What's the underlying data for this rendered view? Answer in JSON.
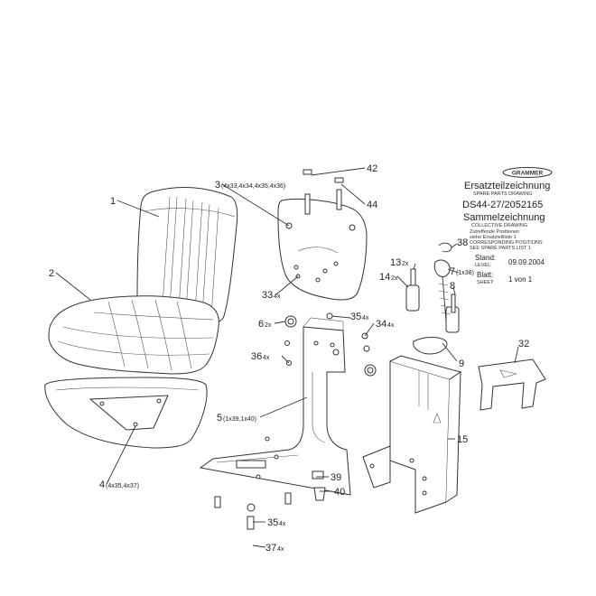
{
  "title_block": {
    "logo": "GRAMMER",
    "doc_type": "Ersatzteilzeichnung",
    "doc_type_en": "SPARE PARTS DRAWING",
    "part_number": "DS44-27/2052165",
    "collective": "Sammelzeichnung",
    "collective_en": "COLLECTIVE DRAWING",
    "note1": "Zutreffende Positionen",
    "note2": "siehe Ersatzteilliste 1",
    "note3": "CORRESPONDING POSITIONS",
    "note4": "SEE SPARE PARTS LIST 1",
    "stand_label": "Stand:",
    "stand_label_en": "LEVEL:",
    "stand_value": "09.09.2004",
    "sheet_label": "Blatt:",
    "sheet_label_en": "SHEET:",
    "sheet_value": "1 von 1"
  },
  "callouts": {
    "c1": "1",
    "c2": "2",
    "c3": "3",
    "c3_sub": "(4x33,4x34,4x35,4x36)",
    "c4": "4",
    "c4_sub": "(4x35,4x37)",
    "c5": "5",
    "c5_sub": "(1x39,1x40)",
    "c6": "6",
    "c6_sub": "2x",
    "c7": "7",
    "c7_sub": "(1x38)",
    "c8": "8",
    "c9": "9",
    "c13": "13",
    "c13_sub": "2x",
    "c14": "14",
    "c14_sub": "2x",
    "c15": "15",
    "c32": "32",
    "c33": "33",
    "c33_sub": "4x",
    "c34": "34",
    "c34_sub": "4x",
    "c35a": "35",
    "c35a_sub": "4x",
    "c35b": "35",
    "c35b_sub": "4x",
    "c36": "36",
    "c36_sub": "4x",
    "c37": "37",
    "c37_sub": "4x",
    "c38": "38",
    "c39": "39",
    "c40": "40",
    "c42": "42",
    "c44": "44"
  }
}
